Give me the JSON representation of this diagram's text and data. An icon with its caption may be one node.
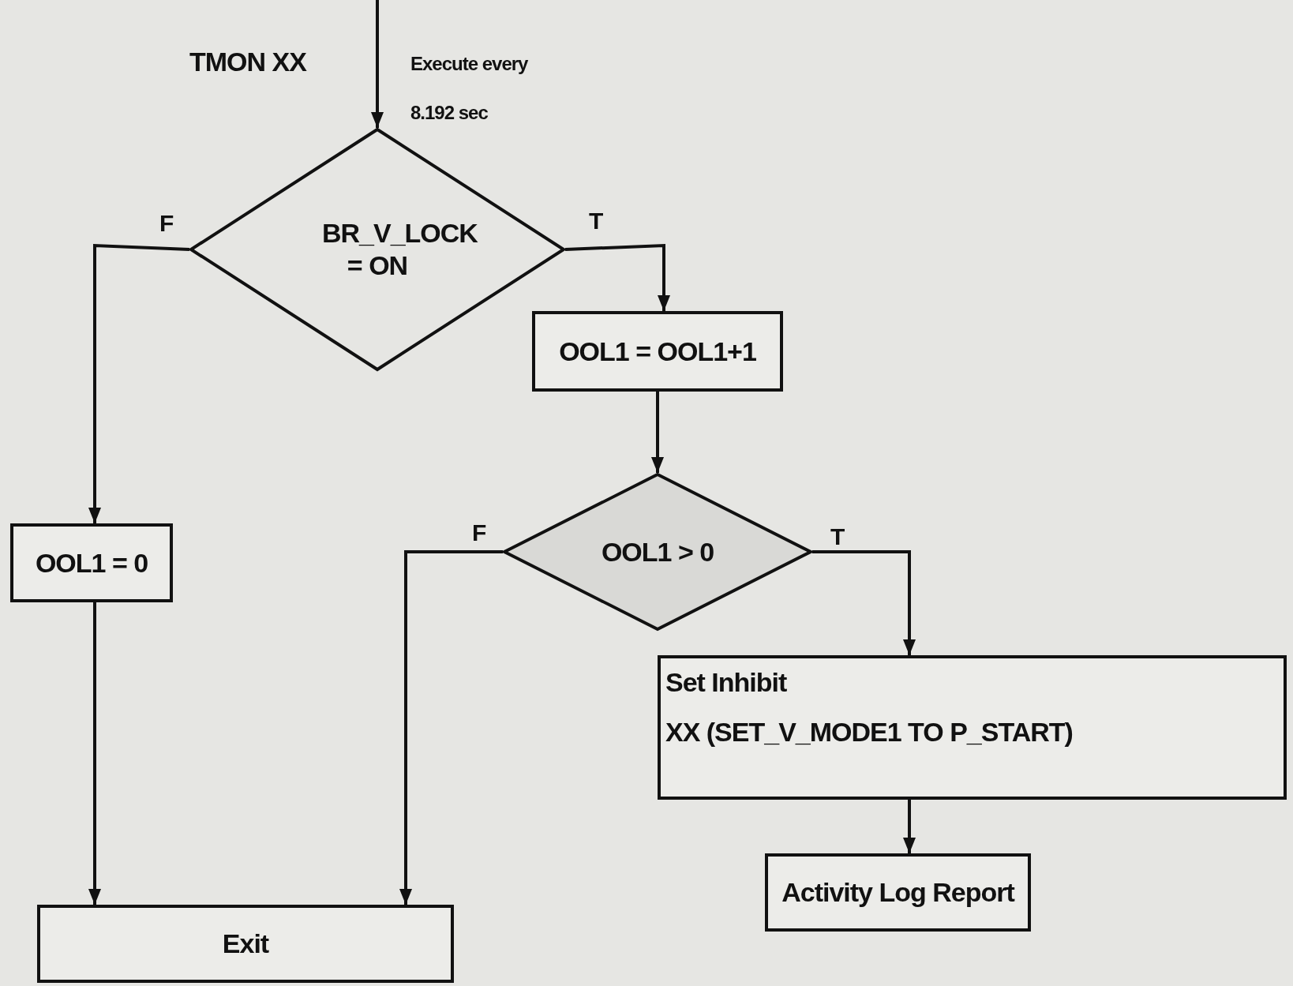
{
  "diagram": {
    "nodes": [
      {
        "text": [
          "BR_V_LOCK = ON"
        ]
      },
      {
        "text": [
          "OOL1 = OOL1+1"
        ]
      },
      {
        "text": [
          "OOL1 = 0"
        ]
      },
      {
        "text": [
          "OOL1 > 0"
        ]
      },
      {
        "text": [
          "Set Inhibit",
          "XX (SET_V_MODE1 TO P_START)"
        ]
      },
      {
        "text": [
          "Activity Log Report"
        ]
      },
      {
        "text": [
          "Exit"
        ]
      }
    ],
    "edges": [
      {
        "from": null,
        "to": 0,
        "arrow": "to"
      },
      {
        "from": 0,
        "to": 2,
        "arrow": "to",
        "label": "F"
      },
      {
        "from": 0,
        "to": 1,
        "arrow": "to",
        "label": "T"
      },
      {
        "from": 1,
        "to": 3,
        "arrow": "to"
      },
      {
        "from": 3,
        "to": 6,
        "arrow": "to",
        "label": "F"
      },
      {
        "from": 3,
        "to": 4,
        "arrow": "to",
        "label": "T"
      },
      {
        "from": 2,
        "to": 6,
        "arrow": "to"
      },
      {
        "from": 4,
        "to": 5,
        "arrow": "to"
      }
    ],
    "labels": [
      "TMON XX",
      "Execute every 8.192 sec"
    ]
  }
}
